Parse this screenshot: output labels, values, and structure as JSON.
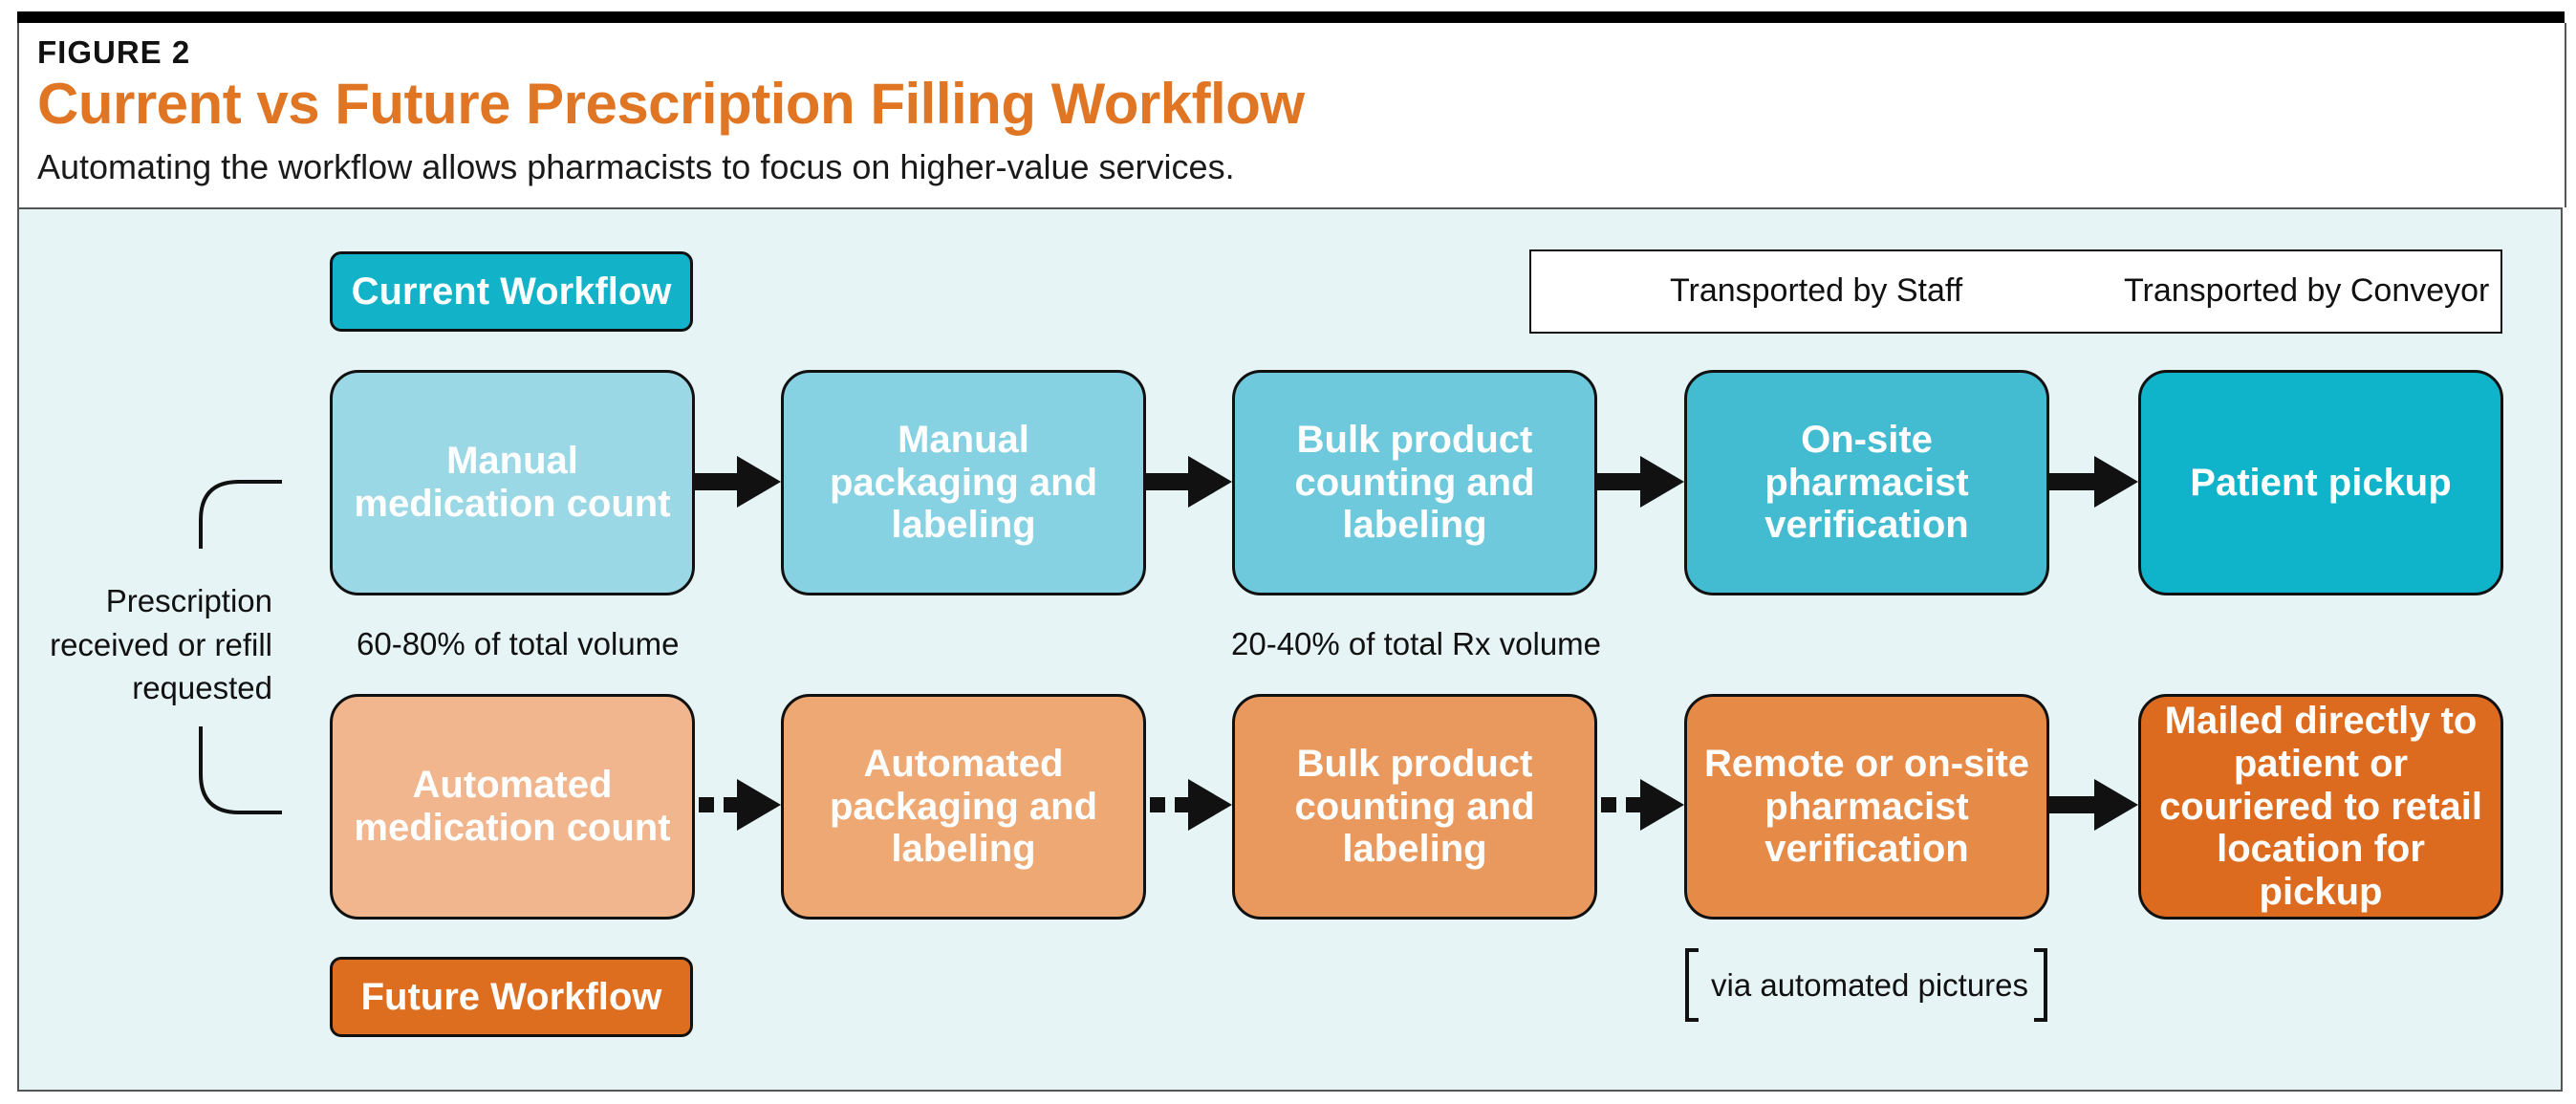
{
  "header": {
    "figure_label": "FIGURE 2",
    "title": "Current vs Future Prescription Filling Workflow",
    "subtitle": "Automating the workflow allows pharmacists to focus on higher-value services."
  },
  "colors": {
    "title": "#e07623",
    "current_badge": "#12b2c9",
    "future_badge": "#de6e1f",
    "current_steps": [
      "#9bd8e6",
      "#86d1e2",
      "#6fc9dc",
      "#43bcd2",
      "#0fb4cb"
    ],
    "future_steps": [
      "#f1b68d",
      "#eda874",
      "#e9995e",
      "#e68a48",
      "#dd6b1f"
    ]
  },
  "badges": {
    "current": "Current Workflow",
    "future": "Future Workflow"
  },
  "legend": {
    "staff": "Transported by Staff",
    "conveyor": "Transported by Conveyor"
  },
  "start_label": "Prescription received or refill requested",
  "current_steps": [
    "Manual medication count",
    "Manual packaging and labeling",
    "Bulk product counting and labeling",
    "On-site pharmacist verification",
    "Patient pickup"
  ],
  "future_steps": [
    "Automated medication count",
    "Automated packaging and labeling",
    "Bulk product counting and labeling",
    "Remote or on-site pharmacist verification",
    "Mailed directly to patient or couriered to retail location for pickup"
  ],
  "current_transport": [
    "staff",
    "staff",
    "staff",
    "staff"
  ],
  "future_transport": [
    "conveyor",
    "conveyor",
    "conveyor",
    "staff"
  ],
  "notes": {
    "volume_manual": "60-80% of total volume",
    "volume_bulk": "20-40% of total  Rx volume",
    "verification": "via automated pictures"
  }
}
